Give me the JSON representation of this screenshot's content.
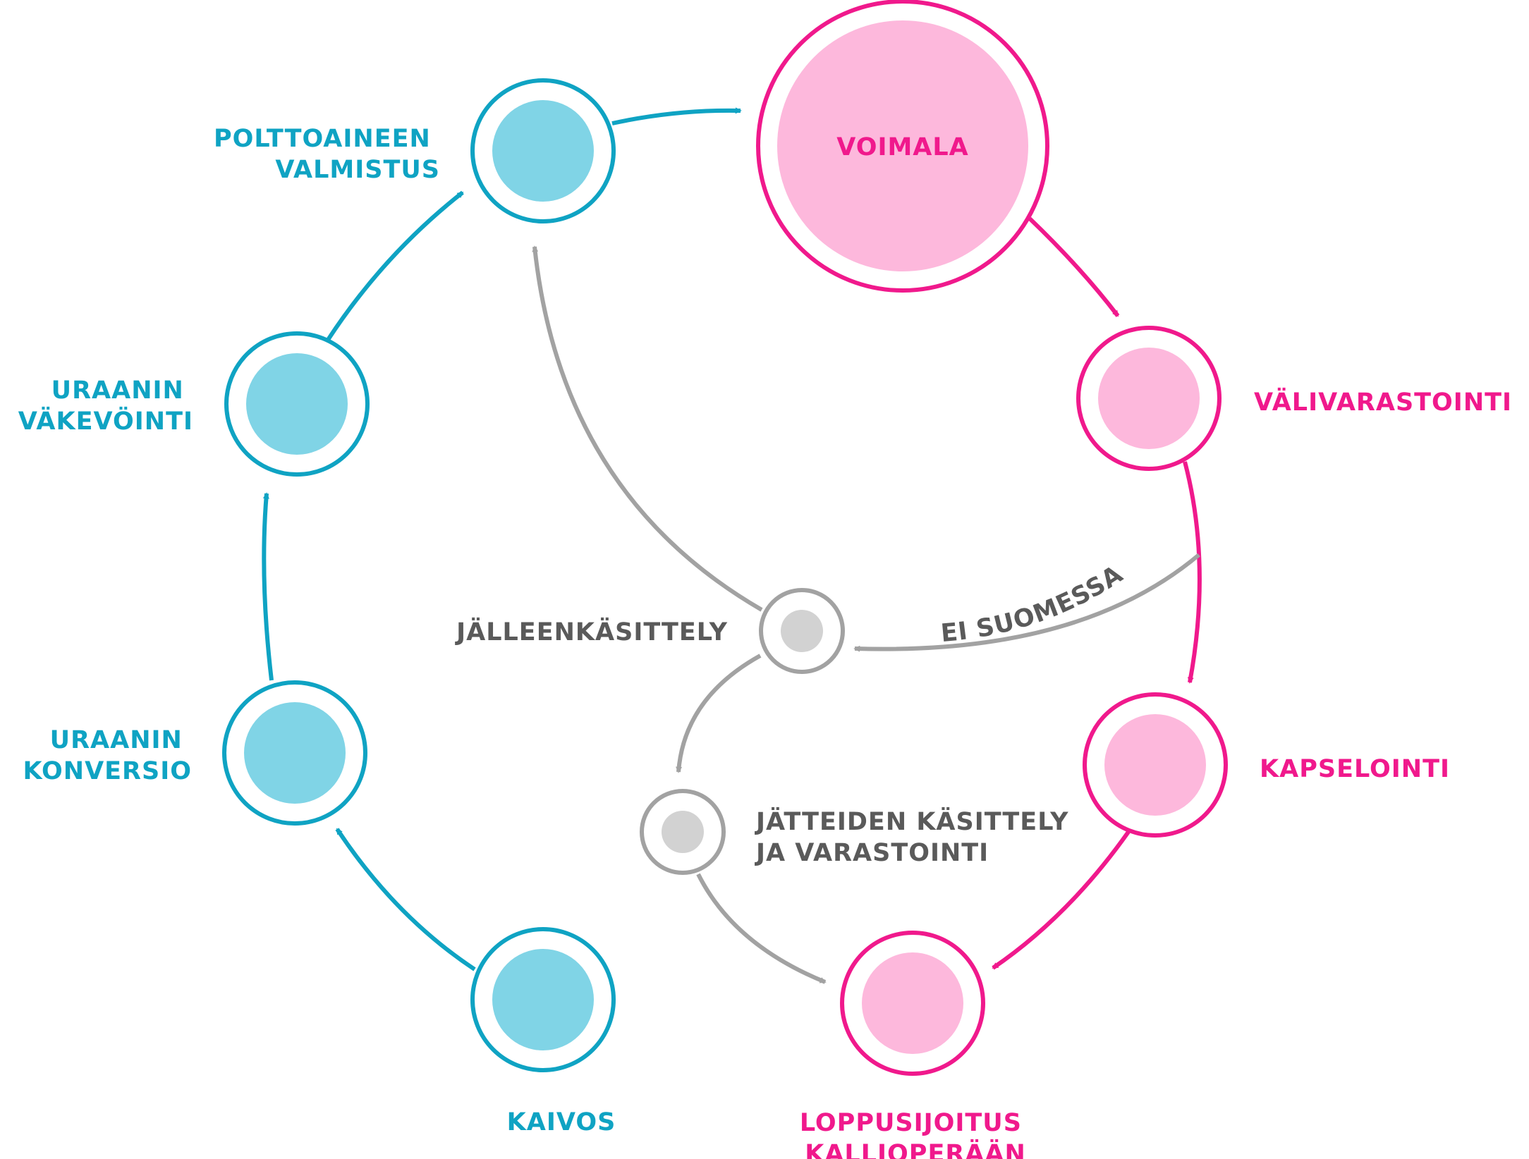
{
  "colors": {
    "blue_ring": "#0FA3C3",
    "blue_fill": "#80D4E6",
    "pink_ring": "#F0198C",
    "pink_fill": "#FDB8DC",
    "gray_ring": "#A2A2A2",
    "gray_fill": "#D2D2D2",
    "gray_text": "#5A5A5A"
  },
  "nodes": {
    "kaivos": {
      "label": [
        "KAIVOS"
      ]
    },
    "uraanin_konversio": {
      "label": [
        "URAANIN",
        "KONVERSIO"
      ]
    },
    "uraanin_vakevointi": {
      "label": [
        "URAANIN",
        "VÄKEVÖINTI"
      ]
    },
    "polttoaineen_valmistus": {
      "label": [
        "POLTTOAINEEN",
        "VALMISTUS"
      ]
    },
    "voimala": {
      "label": [
        "VOIMALA"
      ]
    },
    "valivarastointi": {
      "label": [
        "VÄLIVARASTOINTI"
      ]
    },
    "kapselointi": {
      "label": [
        "KAPSELOINTI"
      ]
    },
    "loppusijoitus": {
      "label": [
        "LOPPUSIJOITUS",
        "KALLIOPERÄÄN"
      ]
    },
    "jalleenkasittely": {
      "label": [
        "JÄLLEENKÄSITTELY"
      ]
    },
    "jatteiden_kasittely": {
      "label": [
        "JÄTTEIDEN KÄSITTELY",
        "JA VARASTOINTI"
      ]
    }
  },
  "edge_labels": {
    "ei_suomessa": "EI SUOMESSA"
  }
}
